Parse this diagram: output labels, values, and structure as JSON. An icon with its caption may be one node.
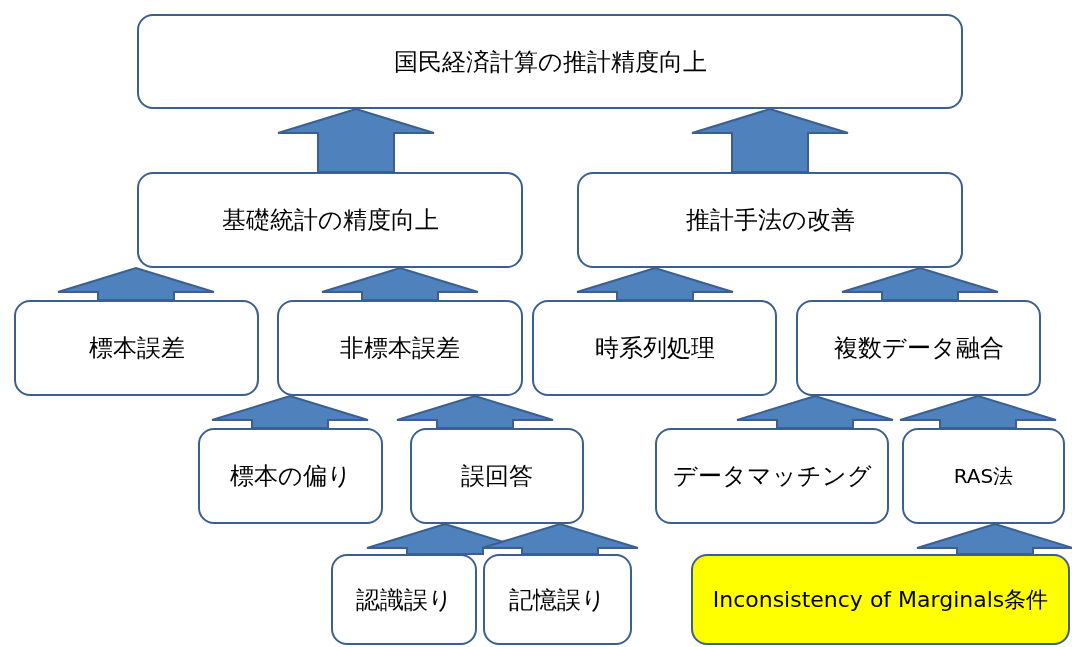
{
  "diagram": {
    "nodes": [
      {
        "text": [
          "国民経済計算の推計精度向上"
        ]
      },
      {
        "text": [
          "基礎統計の精度向上"
        ]
      },
      {
        "text": [
          "推計手法の改善"
        ]
      },
      {
        "text": [
          "標本誤差"
        ]
      },
      {
        "text": [
          "非標本誤差"
        ]
      },
      {
        "text": [
          "時系列処理"
        ]
      },
      {
        "text": [
          "複数データ融合"
        ]
      },
      {
        "text": [
          "標本の偏り"
        ]
      },
      {
        "text": [
          "誤回答"
        ]
      },
      {
        "text": [
          "データマッチング"
        ]
      },
      {
        "text": [
          "RAS法"
        ]
      },
      {
        "text": [
          "認識誤り"
        ]
      },
      {
        "text": [
          "記憶誤り"
        ]
      },
      {
        "text": [
          "Inconsistency of Marginals条件"
        ]
      }
    ],
    "edges": [
      {
        "from": 1,
        "to": 0,
        "arrow": "to"
      },
      {
        "from": 2,
        "to": 0,
        "arrow": "to"
      },
      {
        "from": 3,
        "to": 1,
        "arrow": "to"
      },
      {
        "from": 4,
        "to": 1,
        "arrow": "to"
      },
      {
        "from": 5,
        "to": 2,
        "arrow": "to"
      },
      {
        "from": 6,
        "to": 2,
        "arrow": "to"
      },
      {
        "from": 7,
        "to": 4,
        "arrow": "to"
      },
      {
        "from": 8,
        "to": 4,
        "arrow": "to"
      },
      {
        "from": 9,
        "to": 6,
        "arrow": "to"
      },
      {
        "from": 10,
        "to": 6,
        "arrow": "to"
      },
      {
        "from": 11,
        "to": 8,
        "arrow": "to"
      },
      {
        "from": 12,
        "to": 8,
        "arrow": "to"
      },
      {
        "from": 13,
        "to": 10,
        "arrow": "to"
      }
    ]
  }
}
